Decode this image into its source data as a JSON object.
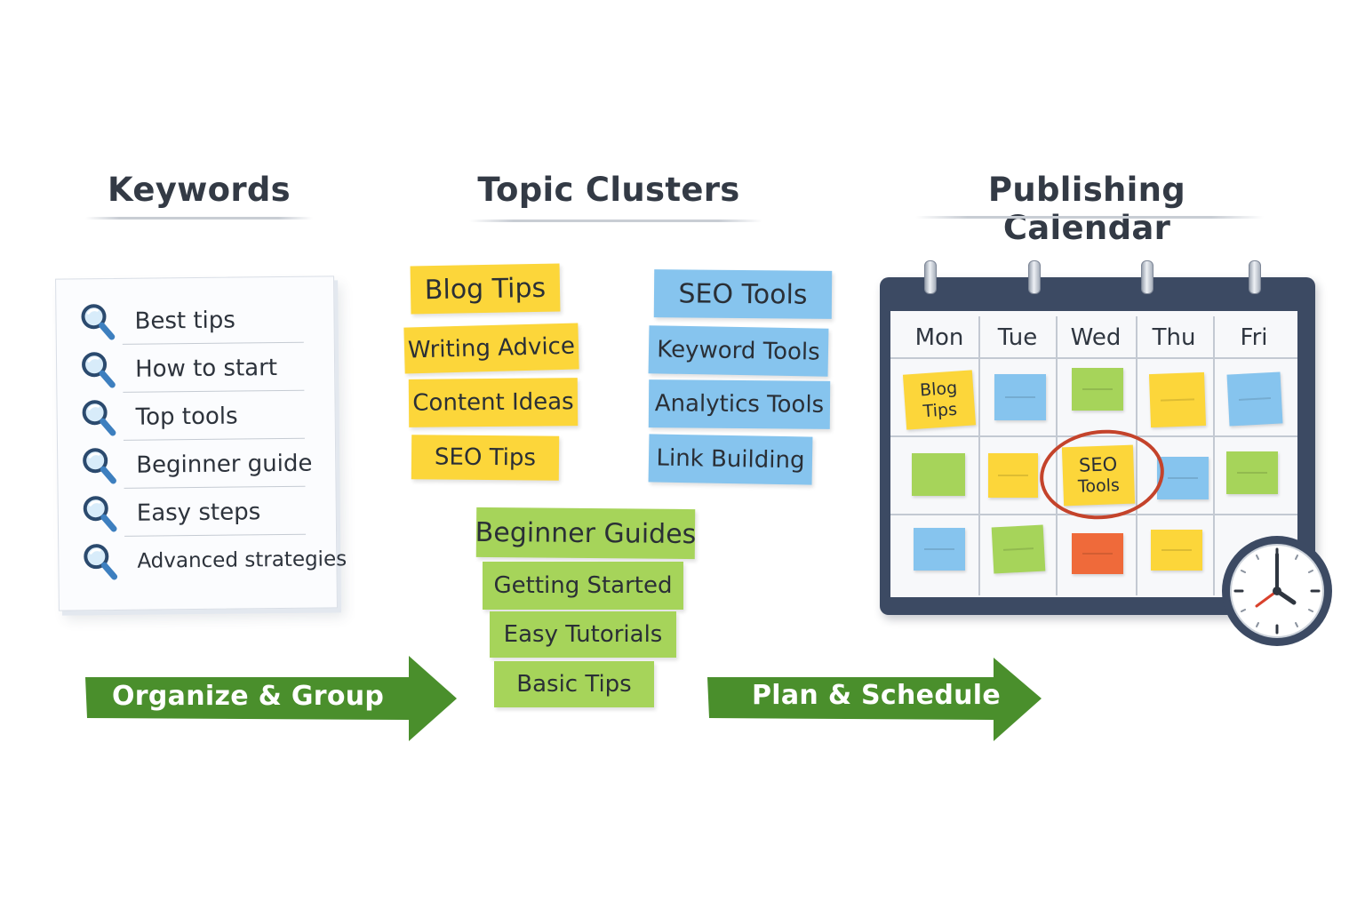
{
  "headings": {
    "keywords": "Keywords",
    "topic_clusters": "Topic Clusters",
    "publishing_calendar": "Publishing Calendar"
  },
  "keywords": [
    "Best tips",
    "How to start",
    "Top tools",
    "Beginner guide",
    "Easy steps",
    "Advanced strategies"
  ],
  "clusters": {
    "yellow": [
      "Blog Tips",
      "Writing Advice",
      "Content Ideas",
      "SEO Tips"
    ],
    "blue": [
      "SEO Tools",
      "Keyword Tools",
      "Analytics Tools",
      "Link Building"
    ],
    "green": [
      "Beginner Guides",
      "Getting Started",
      "Easy Tutorials",
      "Basic Tips"
    ]
  },
  "arrows": {
    "first": "Organize & Group",
    "second": "Plan & Schedule"
  },
  "calendar": {
    "days": [
      "Mon",
      "Tue",
      "Wed",
      "Thu",
      "Fri"
    ],
    "labeled_notes": {
      "blog_tips": [
        "Blog",
        "Tips"
      ],
      "seo_tools": [
        "SEO",
        "Tools"
      ]
    },
    "grid_colors": [
      [
        "yellow",
        "blue",
        "green",
        "yellow",
        "blue"
      ],
      [
        "green",
        "yellow",
        "yellow",
        "blue",
        "green"
      ],
      [
        "blue",
        "green",
        "orange",
        "yellow",
        "none"
      ]
    ]
  },
  "colors": {
    "note_yellow": "#fcd63a",
    "note_blue": "#86c4ee",
    "note_green": "#a6d45a",
    "note_orange": "#ef6a3a",
    "arrow_green": "#4a8f2c",
    "calendar_frame": "#3c4a63",
    "highlight_circle": "#c4432b"
  },
  "icons": {
    "keyword_bullet": "magnifier-icon",
    "calendar_clock": "clock-icon",
    "calendar_rings": "binder-ring-icon"
  }
}
